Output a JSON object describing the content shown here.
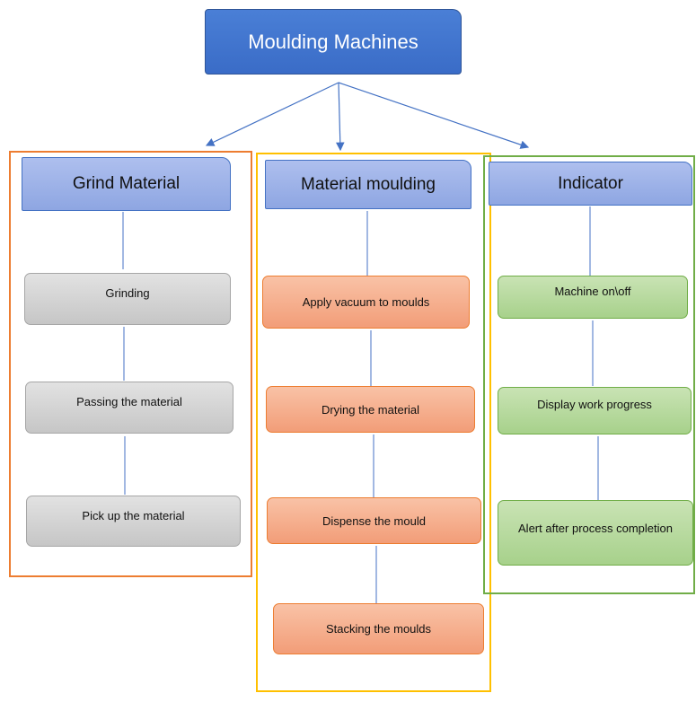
{
  "root": {
    "title": "Moulding Machines"
  },
  "columns": [
    {
      "header": "Grind Material",
      "steps": [
        "Grinding",
        "Passing the material",
        "Pick up the material"
      ]
    },
    {
      "header": "Material moulding",
      "steps": [
        "Apply vacuum to moulds",
        "Drying the material",
        "Dispense the mould",
        "Stacking the moulds"
      ]
    },
    {
      "header": "Indicator",
      "steps": [
        "Machine on\\off",
        "Display work progress",
        "Alert after process completion"
      ]
    }
  ],
  "colors": {
    "root": "#4472c4",
    "frame_grind": "#ed7d31",
    "frame_moulding": "#ffc000",
    "frame_indicator": "#70ad47",
    "connector": "#4472c4"
  }
}
